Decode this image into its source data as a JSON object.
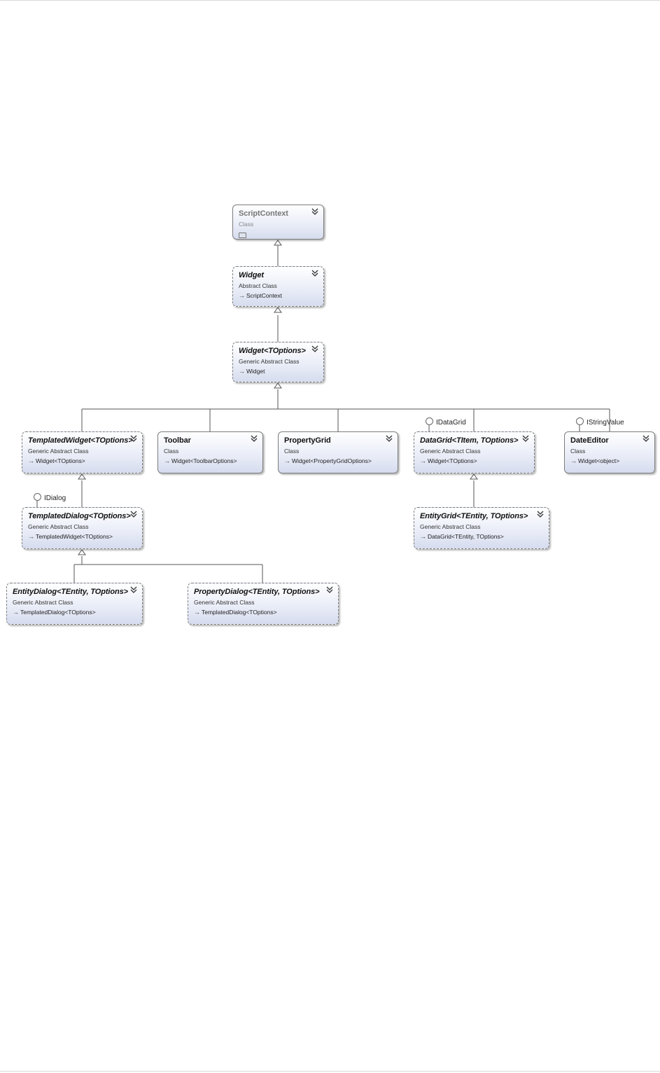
{
  "nodes": {
    "script_context": {
      "name": "ScriptContext",
      "stereotype": "Class",
      "base": ""
    },
    "widget": {
      "name": "Widget",
      "stereotype": "Abstract Class",
      "base": "ScriptContext"
    },
    "widget_generic": {
      "name": "Widget<TOptions>",
      "stereotype": "Generic Abstract Class",
      "base": "Widget"
    },
    "templated_widget": {
      "name": "TemplatedWidget<TOptions>",
      "stereotype": "Generic Abstract Class",
      "base": "Widget<TOptions>"
    },
    "toolbar": {
      "name": "Toolbar",
      "stereotype": "Class",
      "base": "Widget<ToolbarOptions>"
    },
    "property_grid": {
      "name": "PropertyGrid",
      "stereotype": "Class",
      "base": "Widget<PropertyGridOptions>"
    },
    "data_grid": {
      "name": "DataGrid<TItem, TOptions>",
      "stereotype": "Generic Abstract Class",
      "base": "Widget<TOptions>"
    },
    "date_editor": {
      "name": "DateEditor",
      "stereotype": "Class",
      "base": "Widget<object>"
    },
    "templated_dialog": {
      "name": "TemplatedDialog<TOptions>",
      "stereotype": "Generic Abstract Class",
      "base": "TemplatedWidget<TOptions>"
    },
    "entity_grid": {
      "name": "EntityGrid<TEntity, TOptions>",
      "stereotype": "Generic Abstract Class",
      "base": "DataGrid<TEntity, TOptions>"
    },
    "entity_dialog": {
      "name": "EntityDialog<TEntity, TOptions>",
      "stereotype": "Generic Abstract Class",
      "base": "TemplatedDialog<TOptions>"
    },
    "property_dialog": {
      "name": "PropertyDialog<TEntity, TOptions>",
      "stereotype": "Generic Abstract Class",
      "base": "TemplatedDialog<TOptions>"
    }
  },
  "interfaces": {
    "idatagrid": "IDataGrid",
    "istringvalue": "IStringValue",
    "idialog": "IDialog"
  },
  "icons": {
    "collapse": "double-chevron-down-icon",
    "inheritance_arrow": "hollow-triangle-arrow",
    "base_reference": "arrow-right-icon",
    "interface_lollipop": "lollipop-circle-icon",
    "members_placeholder": "member-list-icon"
  },
  "colors": {
    "box_border": "#7d7d7d",
    "box_gradient_top": "#ffffff",
    "box_gradient_bottom": "#d6dcee",
    "connector": "#555555"
  }
}
